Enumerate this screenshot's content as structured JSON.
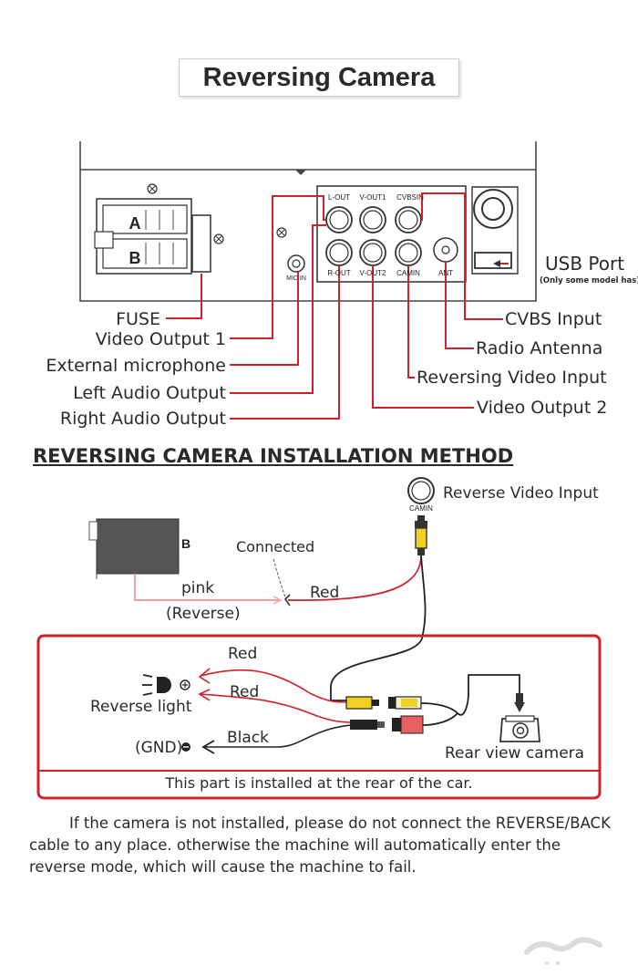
{
  "title": "Reversing Camera",
  "panel": {
    "harness_letters": [
      "A",
      "B"
    ],
    "port_labels": {
      "l_out": "L-OUT",
      "v_out1": "V-OUT1",
      "cvbs_in": "CVBSIN",
      "r_out": "R-OUT",
      "v_out2": "V-OUT2",
      "cam_in": "CAMIN",
      "ant": "ANT",
      "mic": "MIC IN"
    }
  },
  "callouts_left": {
    "fuse": "FUSE",
    "video_output_1": "Video Output 1",
    "external_microphone": "External microphone",
    "left_audio_output": "Left Audio Output",
    "right_audio_output": "Right Audio Output"
  },
  "callouts_right": {
    "usb_port": "USB Port",
    "usb_note": "(Only some model has)",
    "cvbs_input": "CVBS Input",
    "radio_antenna": "Radio Antenna",
    "reversing_video_input": "Reversing Video Input",
    "video_output_2": "Video Output 2"
  },
  "installation": {
    "heading": "REVERSING CAMERA INSTALLATION METHOD",
    "camin_label": "CAMIN",
    "reverse_video_input": "Reverse Video Input",
    "connector_b": "B",
    "connected": "Connected",
    "pink": "pink",
    "reverse": "(Reverse)",
    "red_top": "Red",
    "red_1": "Red",
    "red_2": "Red",
    "black": "Black",
    "reverse_light": "Reverse light",
    "gnd": "(GND)",
    "rear_view_camera": "Rear view camera",
    "rear_note": "This part is installed at the rear of the car."
  },
  "footer": {
    "text": "If the camera is not installed, please do not connect the REVERSE/BACK cable to any place. otherwise the machine will automatically enter the reverse mode, which will cause the machine to fail."
  },
  "colors": {
    "callout_line": "#d0202a",
    "pink_wire": "#f2a0a8",
    "rca_yellow": "#f0d020",
    "rca_red": "#e86060"
  }
}
